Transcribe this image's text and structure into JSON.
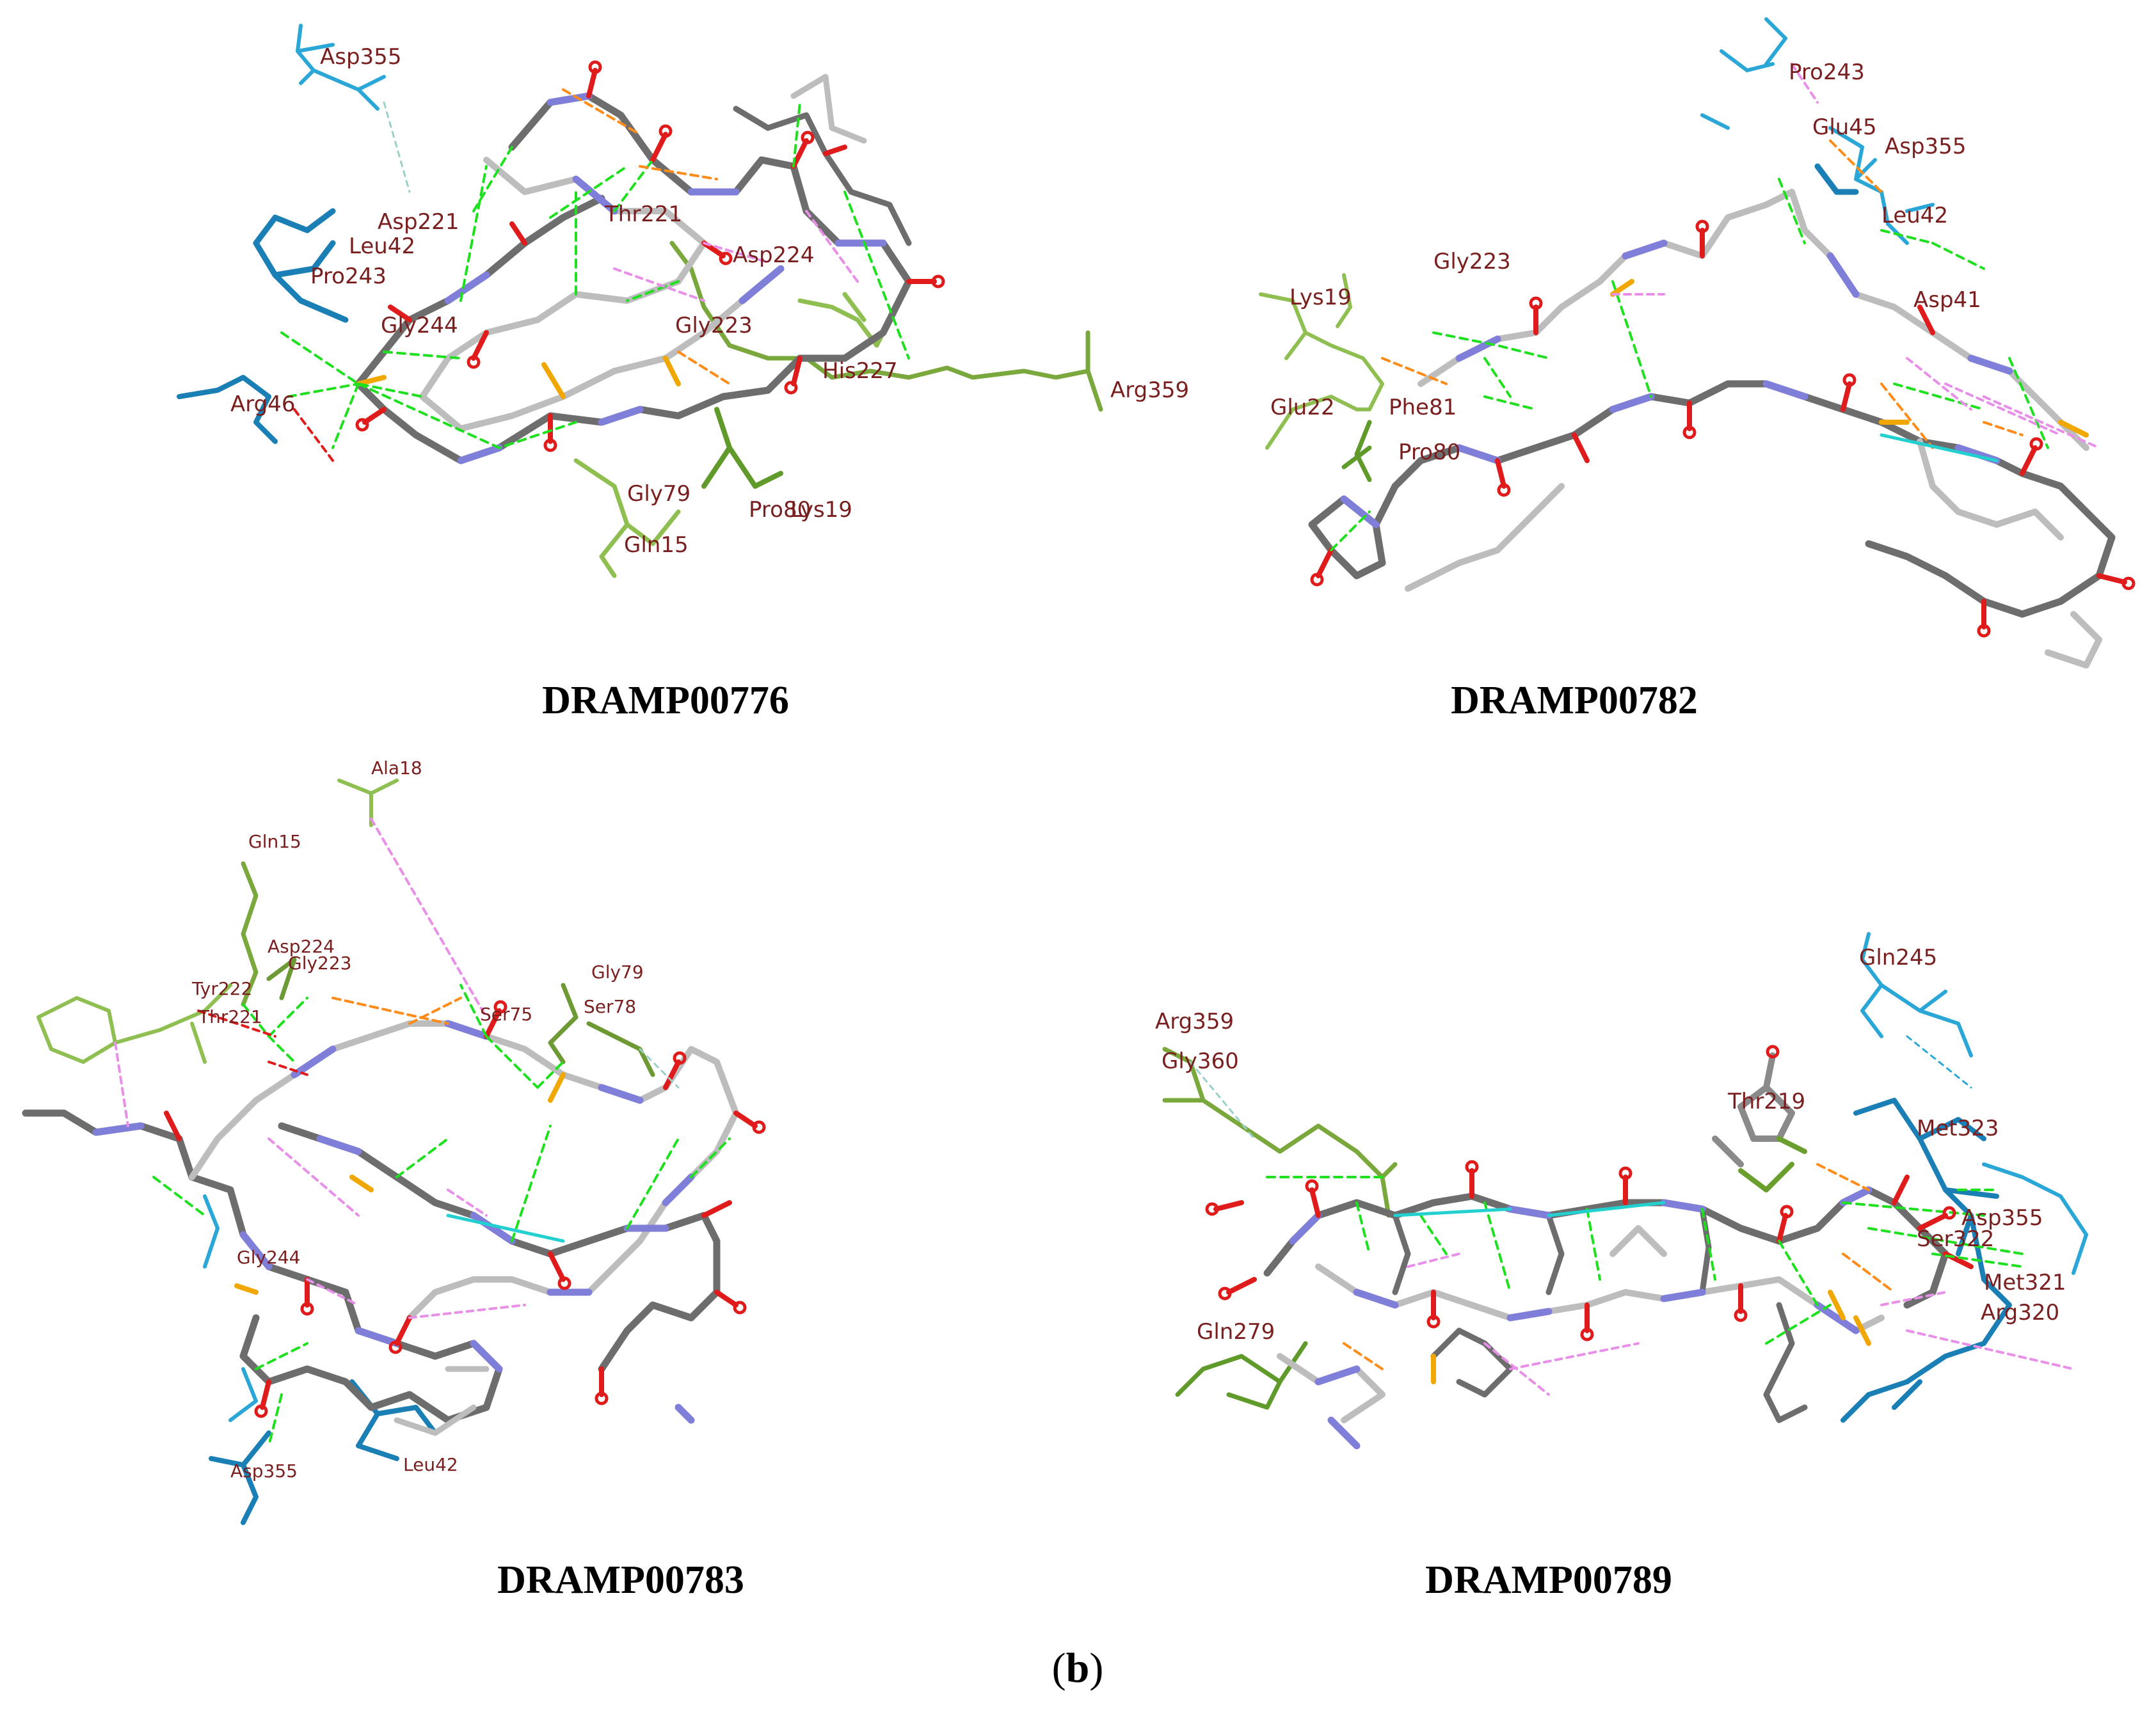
{
  "colors": {
    "residue_label": "#7a1f1f",
    "peptide_carbon": "#6d6d6d",
    "peptide_light": "#bdbdbd",
    "nitrogen": "#7f7fd9",
    "oxygen": "#e01b1b",
    "sulfur": "#f0a800",
    "hbond": "#1fe01f",
    "pi_interaction": "#e88fe8",
    "salt_bridge": "#ff8c1a",
    "receptor_blue": "#1f8fbf",
    "receptor_green": "#7aa83c"
  },
  "figure_label": {
    "open": "(",
    "letter": "b",
    "close": ")"
  },
  "panels": [
    {
      "caption": "DRAMP00776",
      "residues": [
        "Asp355",
        "Asp221",
        "Leu42",
        "Pro243",
        "Thr221",
        "Asp224",
        "Gly244",
        "Gly223",
        "His227",
        "Arg359",
        "Arg46",
        "Gly79",
        "Pro80",
        "Lys19",
        "Gln15"
      ]
    },
    {
      "caption": "DRAMP00782",
      "residues": [
        "Pro243",
        "Glu45",
        "Asp355",
        "Leu42",
        "Gly223",
        "Asp41",
        "Lys19",
        "Glu22",
        "Phe81",
        "Pro80"
      ]
    },
    {
      "caption": "DRAMP00783",
      "residues": [
        "Ala18",
        "Gln15",
        "Asp224",
        "Gly223",
        "Tyr222",
        "Thr221",
        "Gly79",
        "Ser75",
        "Ser78",
        "Gly244",
        "Asp355",
        "Leu42"
      ]
    },
    {
      "caption": "DRAMP00789",
      "residues": [
        "Gln245",
        "Arg359",
        "Gly360",
        "Thr219",
        "Met323",
        "Asp355",
        "Ser322",
        "Met321",
        "Arg320",
        "Gln279"
      ]
    }
  ]
}
